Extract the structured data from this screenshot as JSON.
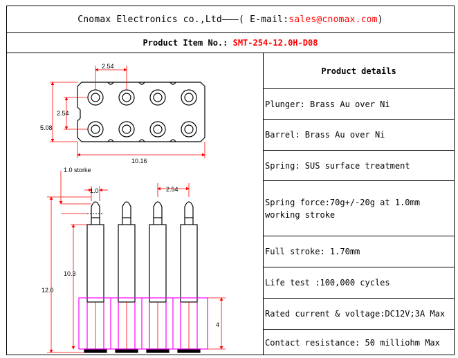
{
  "header": {
    "company": "Cnomax Electronics co.,Ltd———( E-mail: ",
    "email": "sales@cnomax.com",
    "close": ")"
  },
  "product_item": {
    "label": "Product Item No.: ",
    "value": "SMT-254-12.0H-D08"
  },
  "details": {
    "title": "Product details",
    "rows": [
      "Plunger: Brass Au over Ni",
      "Barrel: Brass Au over Ni",
      "Spring: SUS surface treatment",
      "Spring force:70g+/-20g at 1.0mm working stroke",
      "Full stroke: 1.70mm",
      "Life test :100,000 cycles",
      "Rated current & voltage:DC12V;3A Max",
      "Contact resistance: 50 milliohm Max"
    ]
  },
  "drawing": {
    "dims": {
      "pitch_top": "2.54",
      "row_pitch": "2.54",
      "height": "5.08",
      "width": "10.16",
      "stroke": "1.0 storke",
      "pin_dia": "1.0",
      "pitch_side": "2.54",
      "body_height": "10.3",
      "total_height": "12.0",
      "base_height": "4"
    }
  },
  "colors": {
    "email": "#ff0000",
    "item": "#ff0000",
    "base": "#ff00ff"
  }
}
